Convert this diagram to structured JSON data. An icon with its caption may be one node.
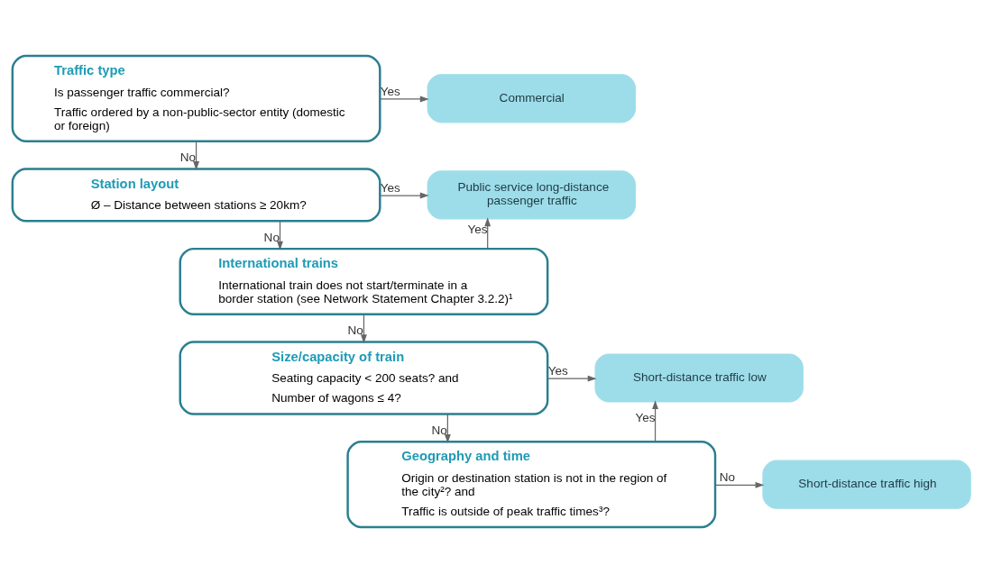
{
  "diagram": {
    "nodes": [
      {
        "text": [
          "Traffic type",
          "Is passenger traffic commercial?",
          "Traffic ordered by a non-public-sector entity (domestic or foreign)"
        ]
      },
      {
        "text": [
          "Commercial"
        ]
      },
      {
        "text": [
          "Station layout",
          "Ø – Distance between stations ≥ 20km?"
        ]
      },
      {
        "text": [
          "Public service long-distance passenger traffic"
        ]
      },
      {
        "text": [
          "International trains",
          "International train does not start/terminate in a border station (see Network Statement Chapter 3.2.2)¹"
        ]
      },
      {
        "text": [
          "Size/capacity of train",
          "Seating capacity < 200 seats? and",
          "Number of wagons ≤ 4?"
        ]
      },
      {
        "text": [
          "Short-distance traffic low"
        ]
      },
      {
        "text": [
          "Geography and time",
          "Origin or destination station is not in the region of the city²? and",
          "Traffic is outside of peak traffic times³?"
        ]
      },
      {
        "text": [
          "Short-distance traffic high"
        ]
      }
    ],
    "edges": [
      {
        "from": 0,
        "to": 1,
        "arrow": "to",
        "label": "Yes"
      },
      {
        "from": 0,
        "to": 2,
        "arrow": "to",
        "label": "No"
      },
      {
        "from": 2,
        "to": 3,
        "arrow": "to",
        "label": "Yes"
      },
      {
        "from": 2,
        "to": 4,
        "arrow": "to",
        "label": "No"
      },
      {
        "from": 4,
        "to": 3,
        "arrow": "to",
        "label": "Yes"
      },
      {
        "from": 4,
        "to": 5,
        "arrow": "to",
        "label": "No"
      },
      {
        "from": 5,
        "to": 6,
        "arrow": "to",
        "label": "Yes"
      },
      {
        "from": 5,
        "to": 7,
        "arrow": "to",
        "label": "No"
      },
      {
        "from": 7,
        "to": 6,
        "arrow": "to",
        "label": "Yes"
      },
      {
        "from": 7,
        "to": 8,
        "arrow": "to",
        "label": "No"
      }
    ]
  }
}
